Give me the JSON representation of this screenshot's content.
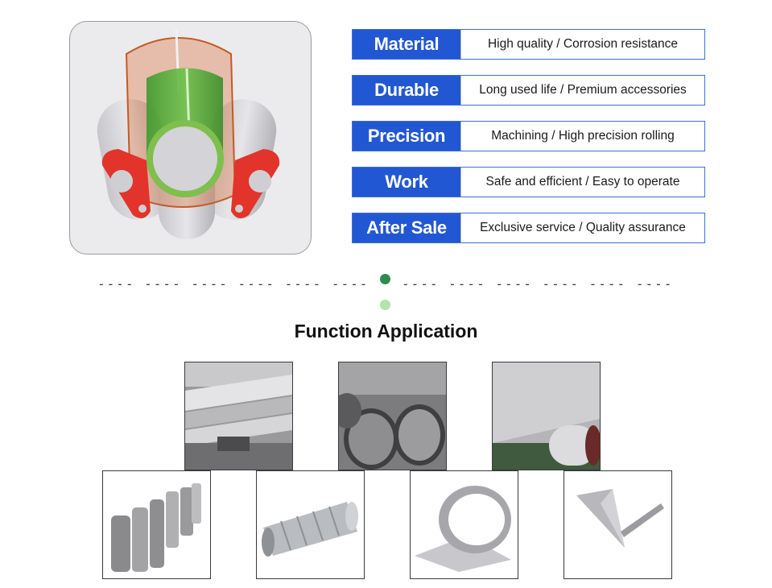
{
  "features": [
    {
      "tag": "Material",
      "desc": "High quality / Corrosion resistance"
    },
    {
      "tag": "Durable",
      "desc": "Long used life / Premium accessories"
    },
    {
      "tag": "Precision",
      "desc": "Machining / High precision rolling"
    },
    {
      "tag": "Work",
      "desc": "Safe and efficient / Easy to operate"
    },
    {
      "tag": "After Sale",
      "desc": "Exclusive service / Quality assurance"
    }
  ],
  "divider": {
    "left": "---- ---- ---- ---- ---- ----",
    "right": "---- ---- ---- ---- ---- ----",
    "dot_color": "#2e8b4e",
    "dot2_color": "#b6e3a8"
  },
  "section": {
    "title": "Function Application"
  },
  "colors": {
    "tag_bg": "#2257d3",
    "tag_text": "#ffffff"
  },
  "gallery": [
    {
      "icon": "metal-sheets-image"
    },
    {
      "icon": "steel-pipes-image"
    },
    {
      "icon": "metal-coil-image"
    },
    {
      "icon": "metal-cylinders-image"
    },
    {
      "icon": "spiral-duct-image"
    },
    {
      "icon": "steel-strip-roll-image"
    },
    {
      "icon": "metal-funnel-image"
    }
  ]
}
